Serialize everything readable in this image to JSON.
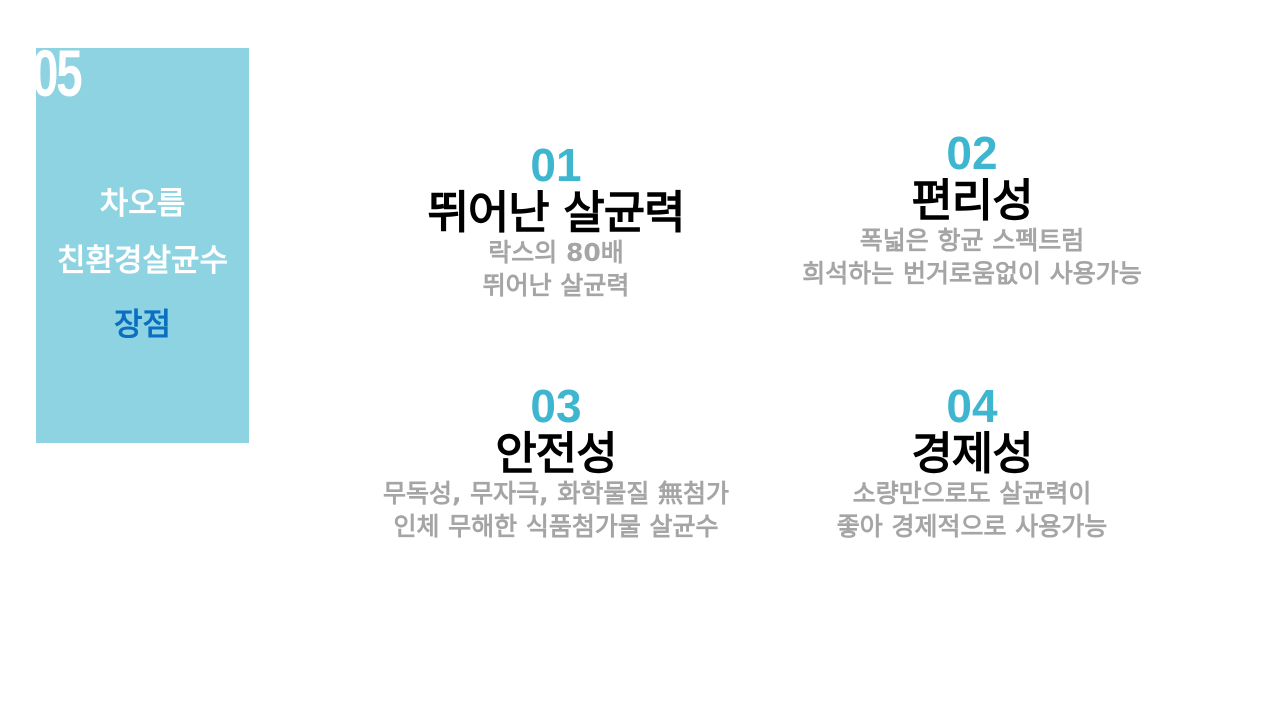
{
  "panel": {
    "number": "05",
    "line1": "차오름",
    "line2": "친환경살균수",
    "line3": "장점"
  },
  "features": [
    {
      "num": "01",
      "title": "뛰어난 살균력",
      "desc1": "락스의 80배",
      "desc2": "뛰어난 살균력"
    },
    {
      "num": "02",
      "title": "편리성",
      "desc1": "폭넓은 항균 스펙트럼",
      "desc2": "희석하는 번거로움없이 사용가능"
    },
    {
      "num": "03",
      "title": "안전성",
      "desc1": "무독성, 무자극, 화학물질 無첨가",
      "desc2": "인체 무해한 식품첨가물 살균수"
    },
    {
      "num": "04",
      "title": "경제성",
      "desc1": "소량만으로도 살균력이",
      "desc2": "좋아 경제적으로 사용가능"
    }
  ],
  "colors": {
    "panel_bg": "#8dd3e1",
    "accent_number": "#3fb6cf",
    "highlight_blue": "#0a6fc2",
    "description_gray": "#a5a5a5"
  }
}
